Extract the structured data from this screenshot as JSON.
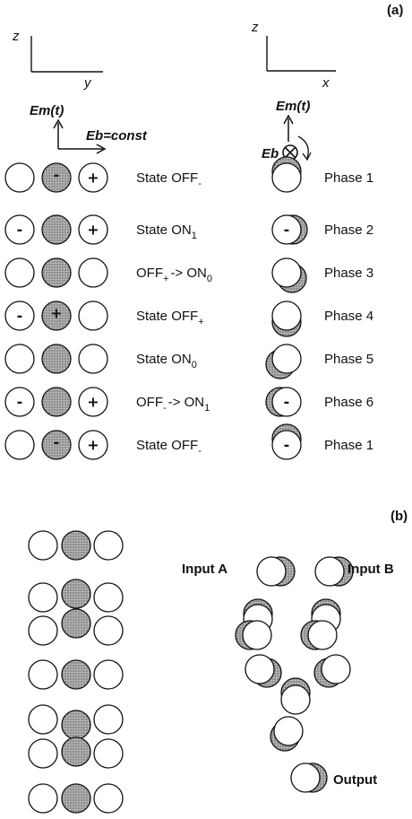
{
  "panel_a": {
    "tag": "(a)",
    "axes_left": {
      "vertical": "z",
      "horizontal": "y"
    },
    "axes_right": {
      "vertical": "z",
      "horizontal": "x"
    },
    "field_left": {
      "em": "Em(t)",
      "eb": "Eb=const"
    },
    "field_right": {
      "em": "Em(t)",
      "eb": "Eb"
    },
    "states": [
      {
        "label_main": "State OFF",
        "label_sub": "-",
        "center_sign": "-",
        "left_sign": "",
        "right_sign": "+"
      },
      {
        "label_main": "State ON",
        "label_sub": "1",
        "center_sign": "",
        "left_sign": "-",
        "right_sign": "+"
      },
      {
        "label_main": "OFF",
        "label_sub": "+",
        "label_tail": "-> ON",
        "label_tail_sub": "0",
        "center_sign": "",
        "left_sign": "",
        "right_sign": ""
      },
      {
        "label_main": "State OFF",
        "label_sub": "+",
        "center_sign": "+",
        "left_sign": "-",
        "right_sign": ""
      },
      {
        "label_main": "State ON",
        "label_sub": "0",
        "center_sign": "",
        "left_sign": "",
        "right_sign": ""
      },
      {
        "label_main": "OFF",
        "label_sub": "-",
        "label_tail": "-> ON",
        "label_tail_sub": "1",
        "center_sign": "",
        "left_sign": "-",
        "right_sign": "+"
      },
      {
        "label_main": "State OFF",
        "label_sub": "-",
        "center_sign": "-",
        "left_sign": "",
        "right_sign": "+"
      }
    ],
    "phases": [
      {
        "label": "Phase 1",
        "sign": ""
      },
      {
        "label": "Phase 2",
        "sign": "-"
      },
      {
        "label": "Phase 3",
        "sign": ""
      },
      {
        "label": "Phase 4",
        "sign": ""
      },
      {
        "label": "Phase 5",
        "sign": ""
      },
      {
        "label": "Phase 6",
        "sign": "-"
      },
      {
        "label": "Phase 1",
        "sign": "-"
      }
    ]
  },
  "panel_b": {
    "tag": "(b)",
    "input_a": "Input A",
    "input_b": "Input B",
    "output": "Output"
  }
}
